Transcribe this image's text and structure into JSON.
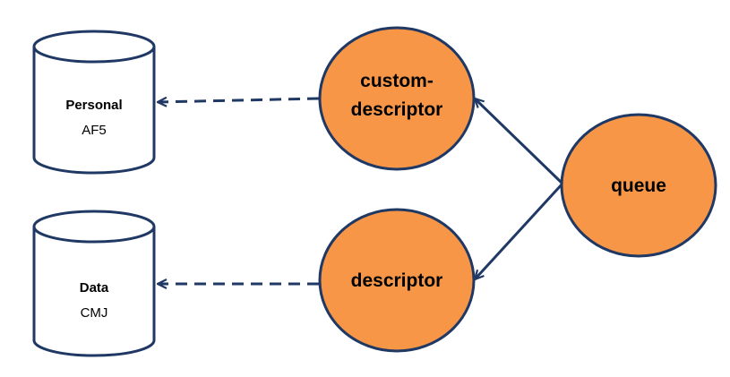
{
  "colors": {
    "node_fill": "#F79646",
    "node_stroke": "#1F3864",
    "edge": "#1F3864",
    "db_stroke": "#1F3864",
    "db_fill": "#FFFFFF"
  },
  "databases": [
    {
      "id": "personal-db",
      "title": "Personal",
      "subtitle": "AF5"
    },
    {
      "id": "data-db",
      "title": "Data",
      "subtitle": "CMJ"
    }
  ],
  "nodes": [
    {
      "id": "custom-descriptor",
      "label_lines": [
        "custom-",
        "descriptor"
      ]
    },
    {
      "id": "descriptor",
      "label_lines": [
        "descriptor"
      ]
    },
    {
      "id": "queue",
      "label_lines": [
        "queue"
      ]
    }
  ],
  "edges": [
    {
      "from": "queue",
      "to": "custom-descriptor",
      "style": "solid-arrow"
    },
    {
      "from": "queue",
      "to": "descriptor",
      "style": "solid-arrow"
    },
    {
      "from": "custom-descriptor",
      "to": "personal-db",
      "style": "dashed-arrow"
    },
    {
      "from": "descriptor",
      "to": "data-db",
      "style": "dashed-arrow"
    }
  ]
}
